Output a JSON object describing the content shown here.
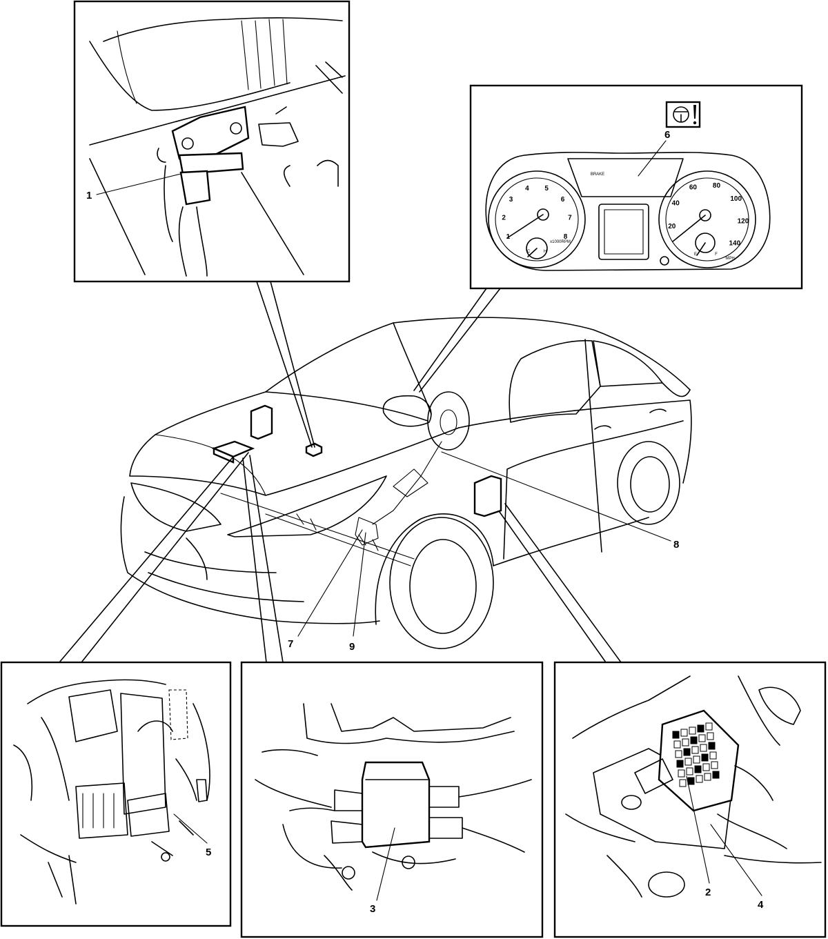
{
  "callouts": {
    "c1": "1",
    "c2": "2",
    "c3": "3",
    "c4": "4",
    "c5": "5",
    "c6": "6",
    "c7": "7",
    "c8": "8",
    "c9": "9"
  },
  "cluster": {
    "tach_ticks": [
      "1",
      "2",
      "3",
      "4",
      "5",
      "6",
      "7",
      "8"
    ],
    "tach_unit": "x1000RPM",
    "temp_marks": [
      "C",
      "H"
    ],
    "speed_ticks": [
      "20",
      "40",
      "60",
      "80",
      "100",
      "120",
      "140"
    ],
    "speed_unit": "MPH",
    "fuel_marks": [
      "E",
      "F"
    ],
    "brake_label": "BRAKE"
  }
}
